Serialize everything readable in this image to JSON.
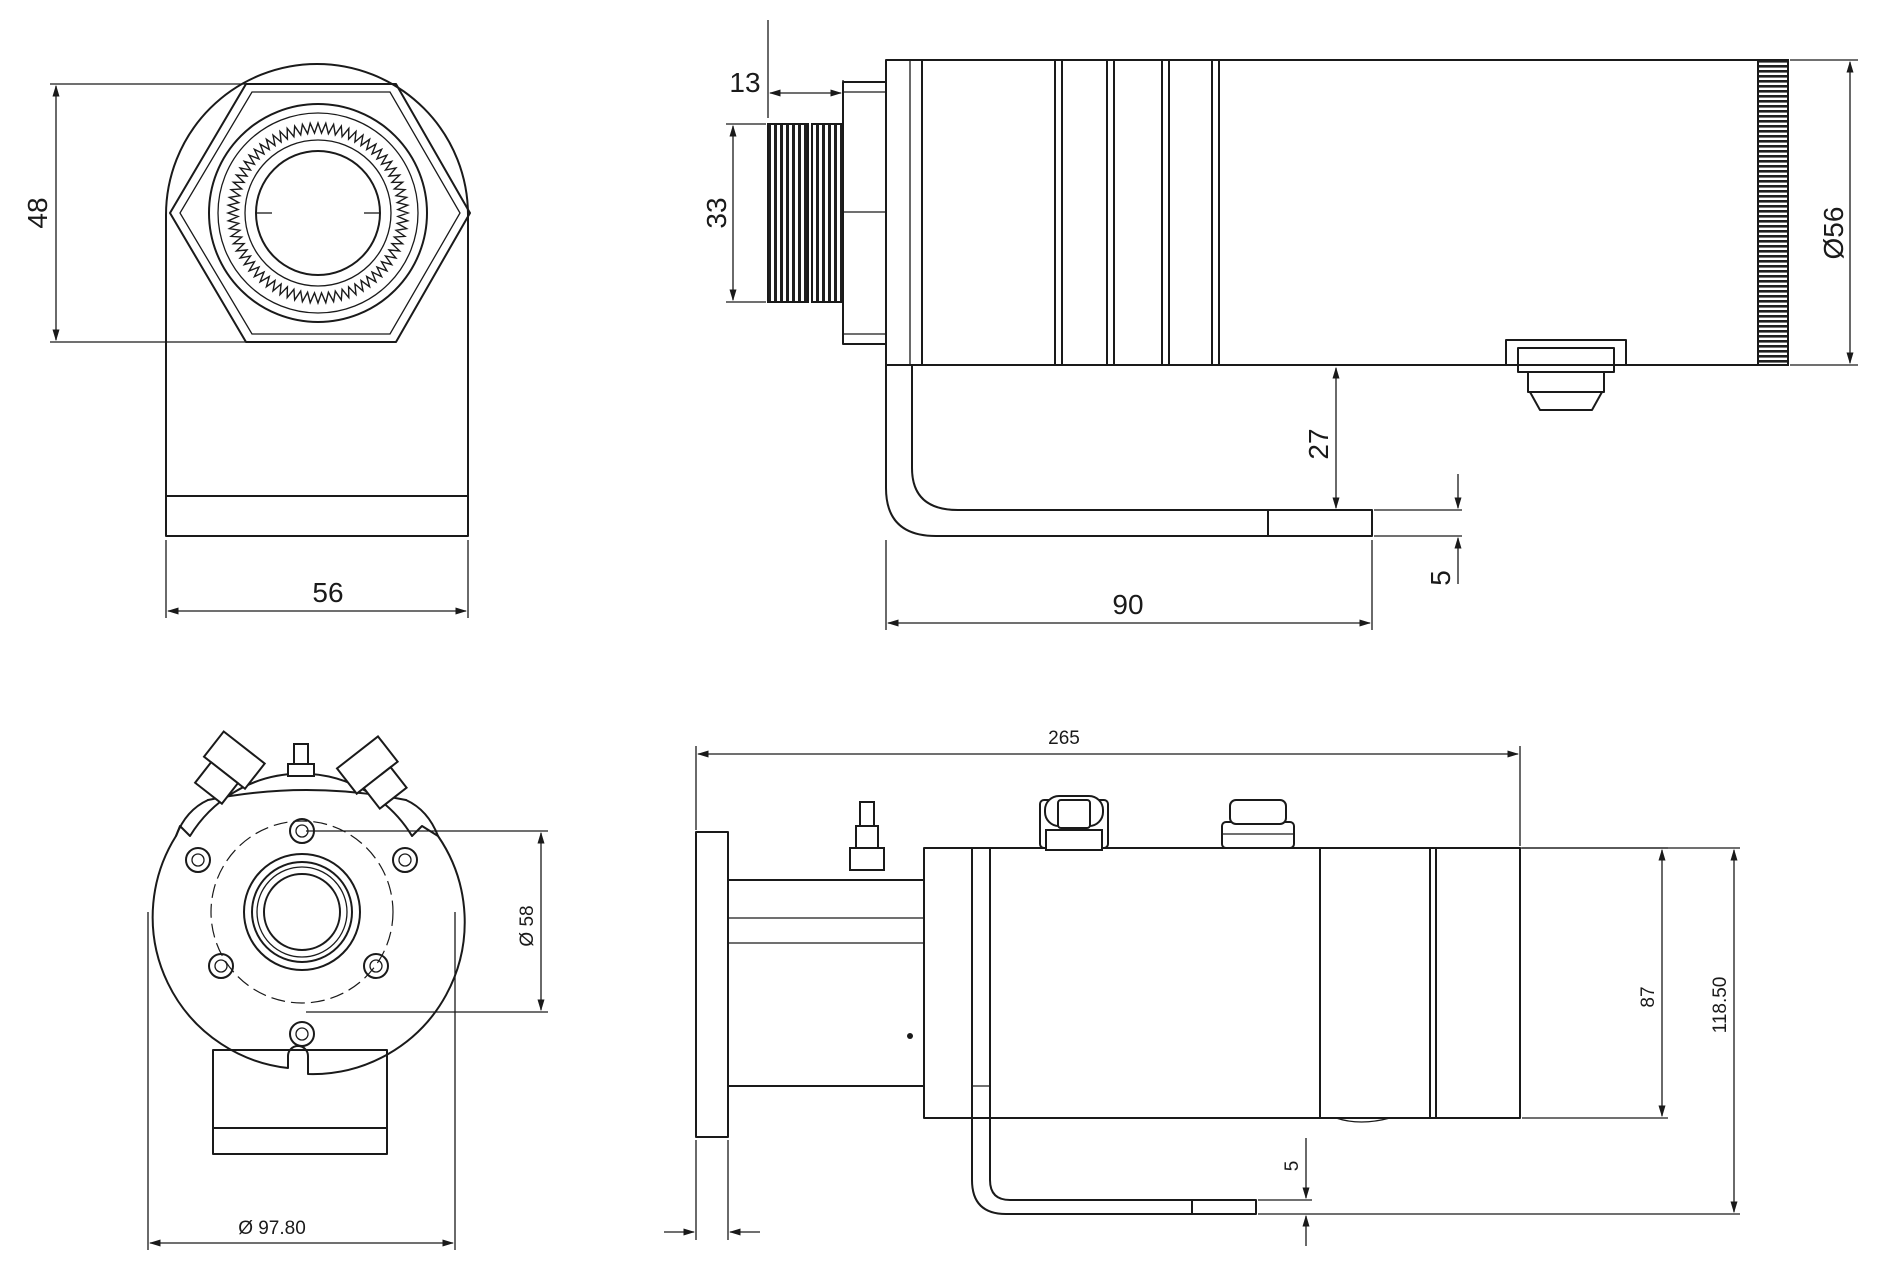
{
  "views": {
    "front_view": {
      "height_label": "48",
      "width_label": "56"
    },
    "side_view": {
      "offset_label": "13",
      "nut_label": "33",
      "diameter_label": "Ø56",
      "bracket_gap_label": "27",
      "plate_thickness_label": "5",
      "bracket_length_label": "90"
    },
    "rear_view": {
      "bolt_circle_label": "Ø  58",
      "outer_diameter_label": "Ø  97.80"
    },
    "jacket_view": {
      "overall_length_label": "265",
      "body_height_label": "87",
      "total_height_label": "118.50",
      "plate_thickness_label": "5"
    }
  }
}
